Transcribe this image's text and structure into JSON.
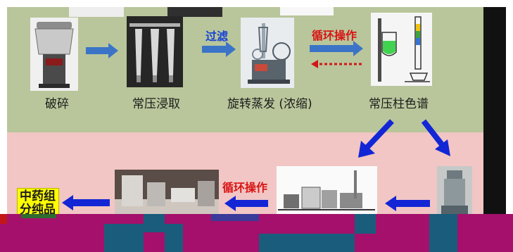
{
  "steps_top": [
    {
      "label": "破碎",
      "image": "crusher-image"
    },
    {
      "label": "常压浸取",
      "image": "extraction-columns-image"
    },
    {
      "label": "旋转蒸发 (浓缩)",
      "image": "rotary-evaporator-image"
    },
    {
      "label": "常压柱色谱",
      "image": "column-chromatography-image"
    }
  ],
  "top_arrow_labels": {
    "filter": "过滤",
    "cycle": "循环操作"
  },
  "bottom_arrow_labels": {
    "cycle": "循环操作"
  },
  "final_product": {
    "line1": "中药组",
    "line2": "分纯品"
  },
  "colors": {
    "top_panel": "#b9c69b",
    "bottom_panel": "#f1c6c4",
    "arrow_blue": "#3b74c7",
    "arrow_dark_blue": "#1326d6",
    "label_red": "#d91414",
    "label_blue": "#1743d6",
    "final_box": "#ffff00"
  }
}
